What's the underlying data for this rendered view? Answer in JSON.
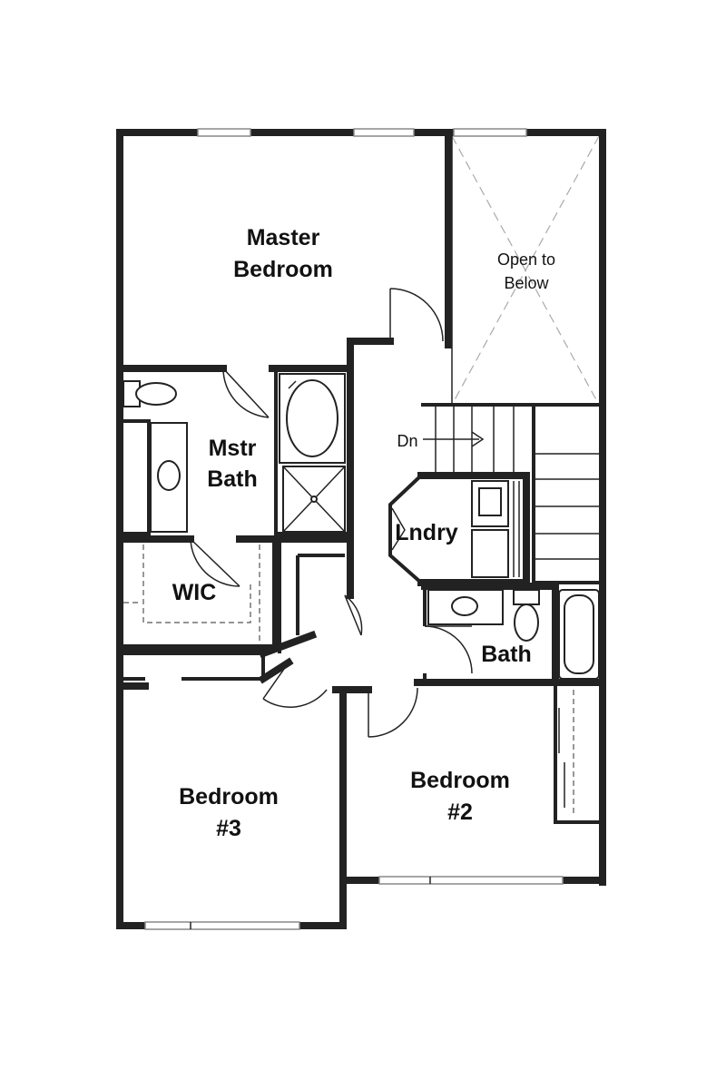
{
  "rooms": {
    "master_bedroom": [
      "Master",
      "Bedroom"
    ],
    "open_to_below": [
      "Open to",
      "Below"
    ],
    "master_bath": [
      "Mstr",
      "Bath"
    ],
    "wic": "WIC",
    "laundry": "Lndry",
    "bath": "Bath",
    "bedroom_2": [
      "Bedroom",
      "#2"
    ],
    "bedroom_3": [
      "Bedroom",
      "#3"
    ]
  },
  "stairs": {
    "direction_label": "Dn"
  }
}
